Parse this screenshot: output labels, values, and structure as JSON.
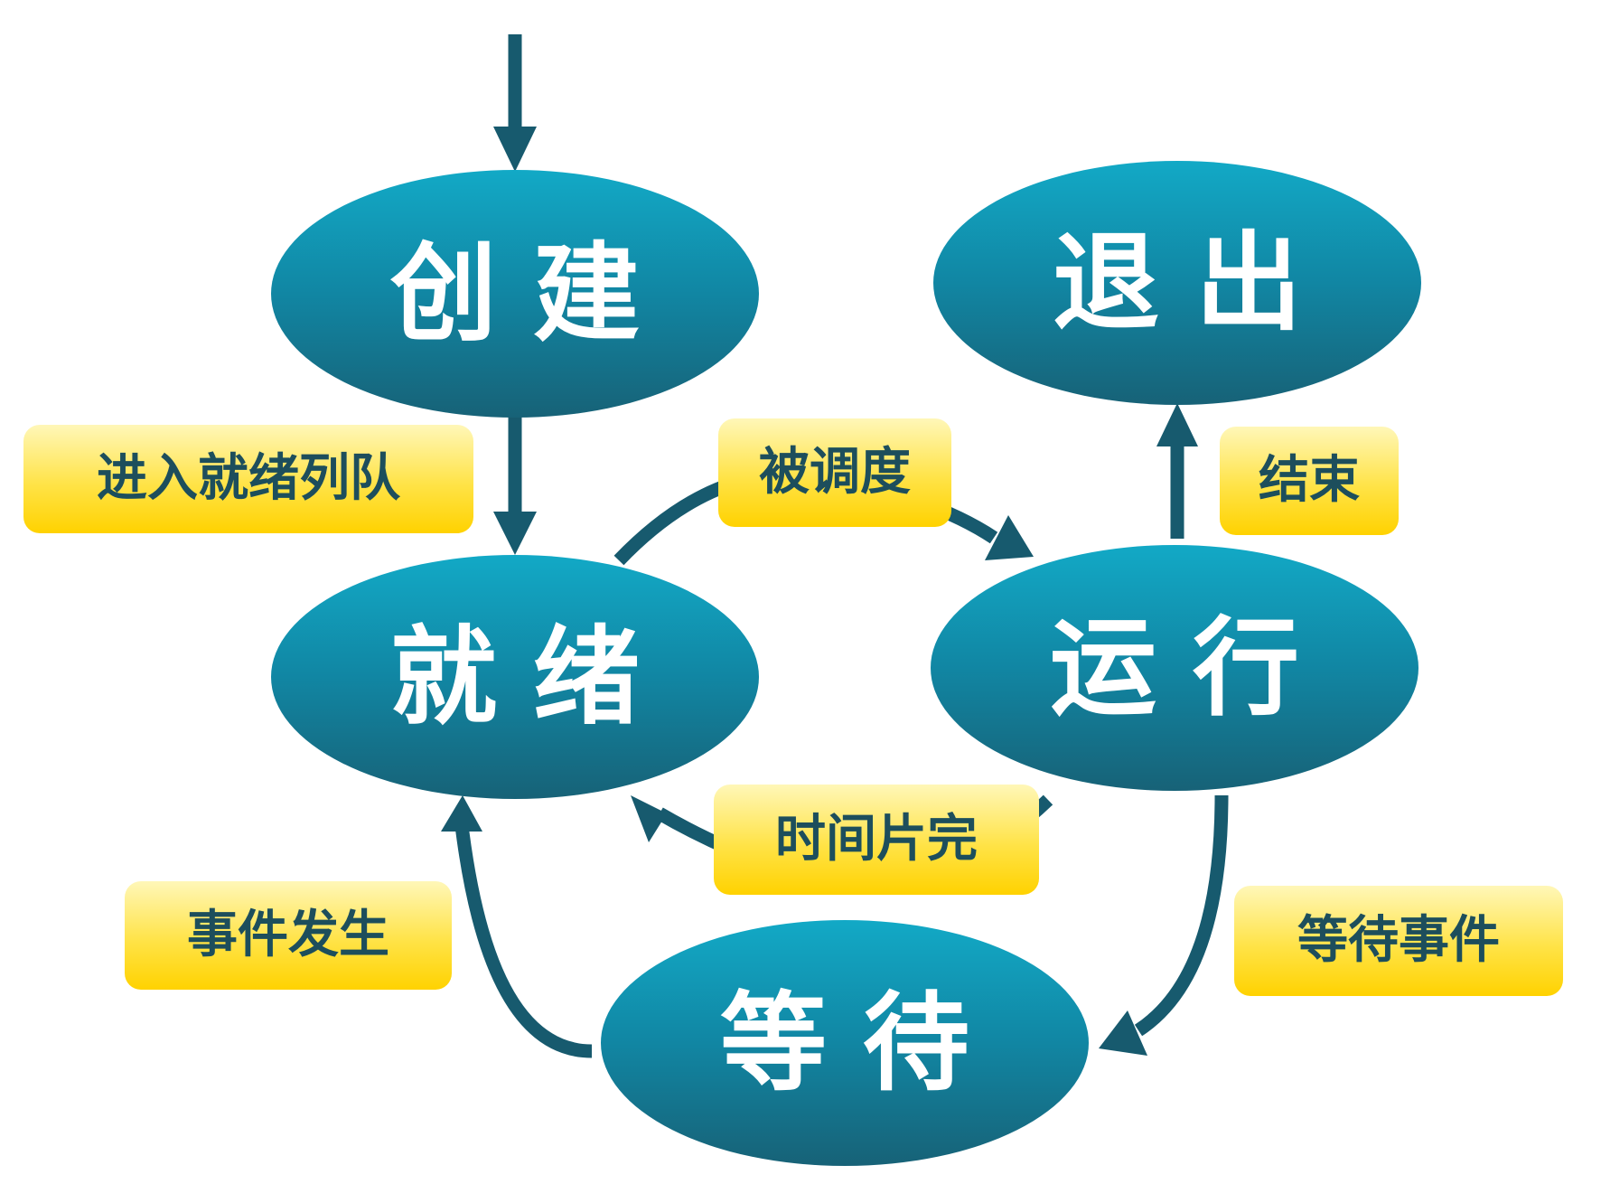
{
  "colors": {
    "ellipse_top": "#12a9c6",
    "ellipse_bottom": "#176277",
    "arrow": "#175a6e",
    "label_box": "#ffe347",
    "label_text": "#1d4e5c",
    "state_text": "#ffffff"
  },
  "states": {
    "create": "创建",
    "exit": "退出",
    "ready": "就绪",
    "running": "运行",
    "waiting": "等待"
  },
  "transitions": {
    "enter_ready_queue": "进入就绪列队",
    "scheduled": "被调度",
    "finish": "结束",
    "time_slice_done": "时间片完",
    "event_occurs": "事件发生",
    "wait_for_event": "等待事件"
  }
}
